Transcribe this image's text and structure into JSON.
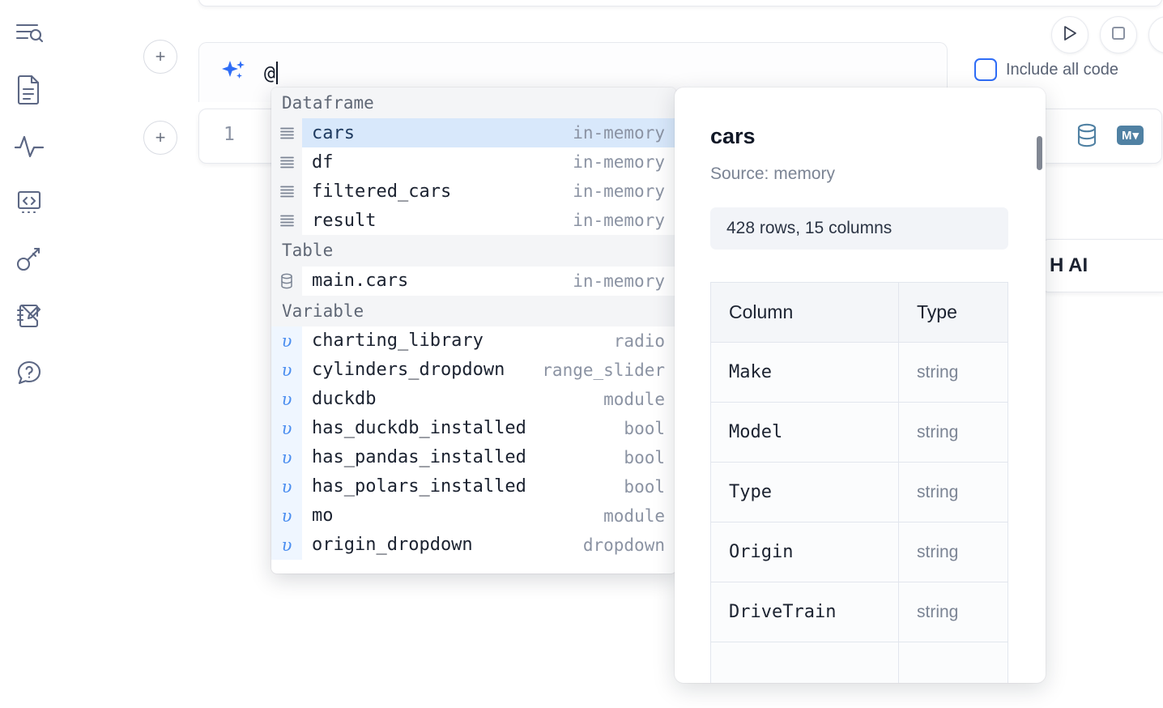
{
  "sidebar": {
    "items": [
      {
        "name": "outline-search-icon",
        "label": "Explore"
      },
      {
        "name": "file-text-icon",
        "label": "Files"
      },
      {
        "name": "activity-pulse-icon",
        "label": "Variables"
      },
      {
        "name": "code-brackets-icon",
        "label": "Snippets"
      },
      {
        "name": "key-icon",
        "label": "Secrets"
      },
      {
        "name": "notebook-pencil-icon",
        "label": "Scratchpad"
      },
      {
        "name": "help-chat-icon",
        "label": "Help"
      }
    ]
  },
  "toolbar": {
    "run_button": "Run",
    "stop_button": "Stop",
    "include_all_code_label": "Include all code",
    "include_all_code_checked": false,
    "add_cell_label": "+"
  },
  "ai_prompt": {
    "value": "@",
    "icon": "sparkle-icon"
  },
  "code_cell": {
    "line_number": "1",
    "icons": [
      {
        "name": "database-icon",
        "label": "SQL cell"
      },
      {
        "name": "markdown-icon",
        "label": "M"
      }
    ]
  },
  "ai_chip": {
    "label": "H AI"
  },
  "autocomplete": {
    "sections": [
      {
        "header": "Dataframe",
        "icon": "dataframe-icon",
        "kind": "dataframe",
        "items": [
          {
            "name": "cars",
            "type": "in-memory",
            "selected": true
          },
          {
            "name": "df",
            "type": "in-memory",
            "selected": false
          },
          {
            "name": "filtered_cars",
            "type": "in-memory",
            "selected": false
          },
          {
            "name": "result",
            "type": "in-memory",
            "selected": false
          }
        ]
      },
      {
        "header": "Table",
        "icon": "table-database-icon",
        "kind": "table",
        "items": [
          {
            "name": "main.cars",
            "type": "in-memory",
            "selected": false
          }
        ]
      },
      {
        "header": "Variable",
        "icon": "variable-icon",
        "kind": "variable",
        "items": [
          {
            "name": "charting_library",
            "type": "radio",
            "selected": false
          },
          {
            "name": "cylinders_dropdown",
            "type": "range_slider",
            "selected": false
          },
          {
            "name": "duckdb",
            "type": "module",
            "selected": false
          },
          {
            "name": "has_duckdb_installed",
            "type": "bool",
            "selected": false
          },
          {
            "name": "has_pandas_installed",
            "type": "bool",
            "selected": false
          },
          {
            "name": "has_polars_installed",
            "type": "bool",
            "selected": false
          },
          {
            "name": "mo",
            "type": "module",
            "selected": false
          },
          {
            "name": "origin_dropdown",
            "type": "dropdown",
            "selected": false
          }
        ]
      }
    ]
  },
  "detail_panel": {
    "title": "cars",
    "source": "Source: memory",
    "shape": "428 rows, 15 columns",
    "columns_header": "Column",
    "type_header": "Type",
    "rows": [
      {
        "column": "Make",
        "type": "string"
      },
      {
        "column": "Model",
        "type": "string"
      },
      {
        "column": "Type",
        "type": "string"
      },
      {
        "column": "Origin",
        "type": "string"
      },
      {
        "column": "DriveTrain",
        "type": "string"
      }
    ]
  },
  "colors": {
    "accent_blue": "#2f6df6",
    "selected_row": "#d8e8fb",
    "icon_steel": "#5081a3",
    "muted_text": "#8b93a3"
  }
}
